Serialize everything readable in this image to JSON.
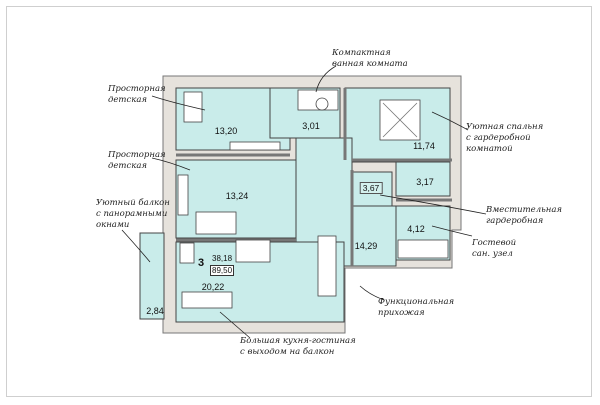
{
  "palette": {
    "floor": "#c9ecea",
    "wall": "#8a8a8a",
    "wall_fill": "#e6e2dc",
    "line": "#333333"
  },
  "callouts": [
    {
      "id": "bathroom",
      "text": "Компактная\nванная комната"
    },
    {
      "id": "kids1",
      "text": "Просторная\nдетская"
    },
    {
      "id": "kids2",
      "text": "Просторная\nдетская"
    },
    {
      "id": "bedroom",
      "text": "Уютная спальня\nс гардеробной\nкомнатой"
    },
    {
      "id": "balcony",
      "text": "Уютный балкон\nс панорамными\nокнами"
    },
    {
      "id": "walkin",
      "text": "Вместительная\nгардеробная"
    },
    {
      "id": "guest_wc",
      "text": "Гостевой\nсан. узел"
    },
    {
      "id": "hall",
      "text": "Функциональная\nприхожая"
    },
    {
      "id": "kitchen",
      "text": "Большая кухня-гостиная\nс выходом на балкон"
    }
  ],
  "areas": {
    "kids1": "13,20",
    "bath": "3,01",
    "bedroom": "11,74",
    "kids2": "13,24",
    "walkin": "3,67",
    "closet": "3,17",
    "wc": "4,12",
    "hall": "14,29",
    "kitchen": "20,22",
    "balcony": "2,84"
  },
  "summary": {
    "rooms": "3",
    "living_area": "38,18",
    "total_area": "89,50"
  }
}
